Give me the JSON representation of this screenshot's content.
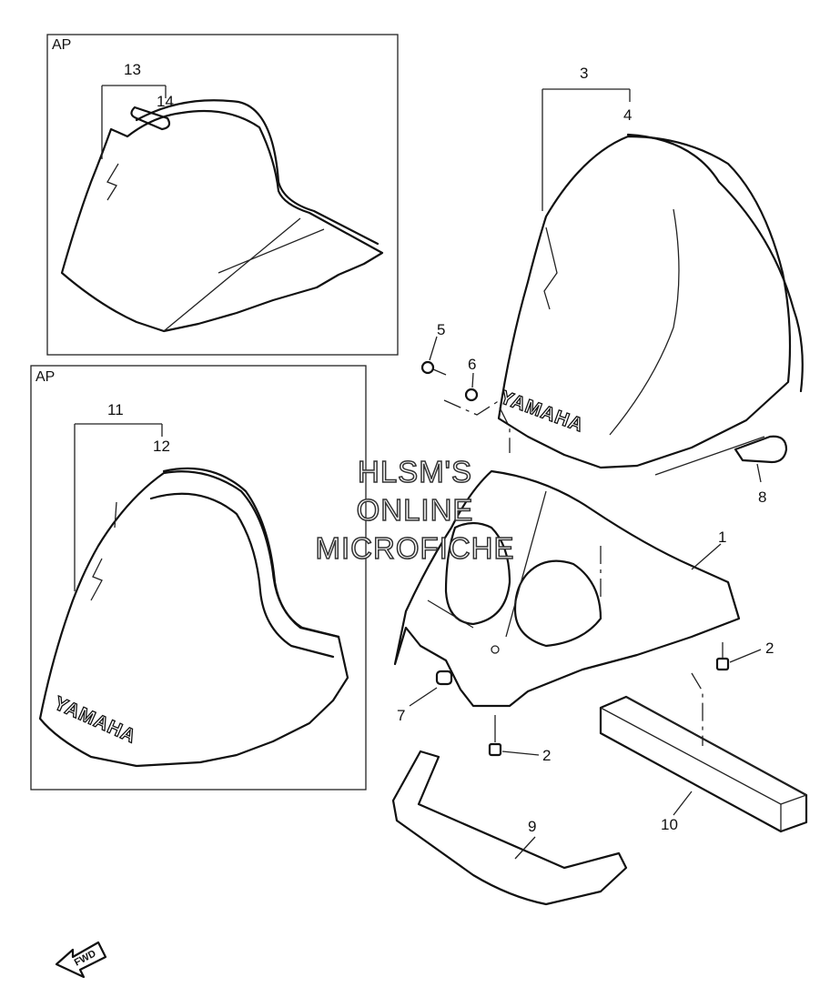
{
  "panels": {
    "top_label": "AP",
    "bottom_label": "AP"
  },
  "callouts": {
    "c1": "1",
    "c2a": "2",
    "c2b": "2",
    "c3": "3",
    "c4": "4",
    "c5": "5",
    "c6": "6",
    "c7": "7",
    "c8": "8",
    "c9": "9",
    "c10": "10",
    "c11": "11",
    "c12": "12",
    "c13": "13",
    "c14": "14"
  },
  "brand": {
    "main": "YAMAHA",
    "bottom": "YAMAHA"
  },
  "watermark": {
    "line1": "HLSM'S",
    "line2": "ONLINE",
    "line3": "MICROFICHE"
  },
  "direction": {
    "label": "FWD"
  }
}
